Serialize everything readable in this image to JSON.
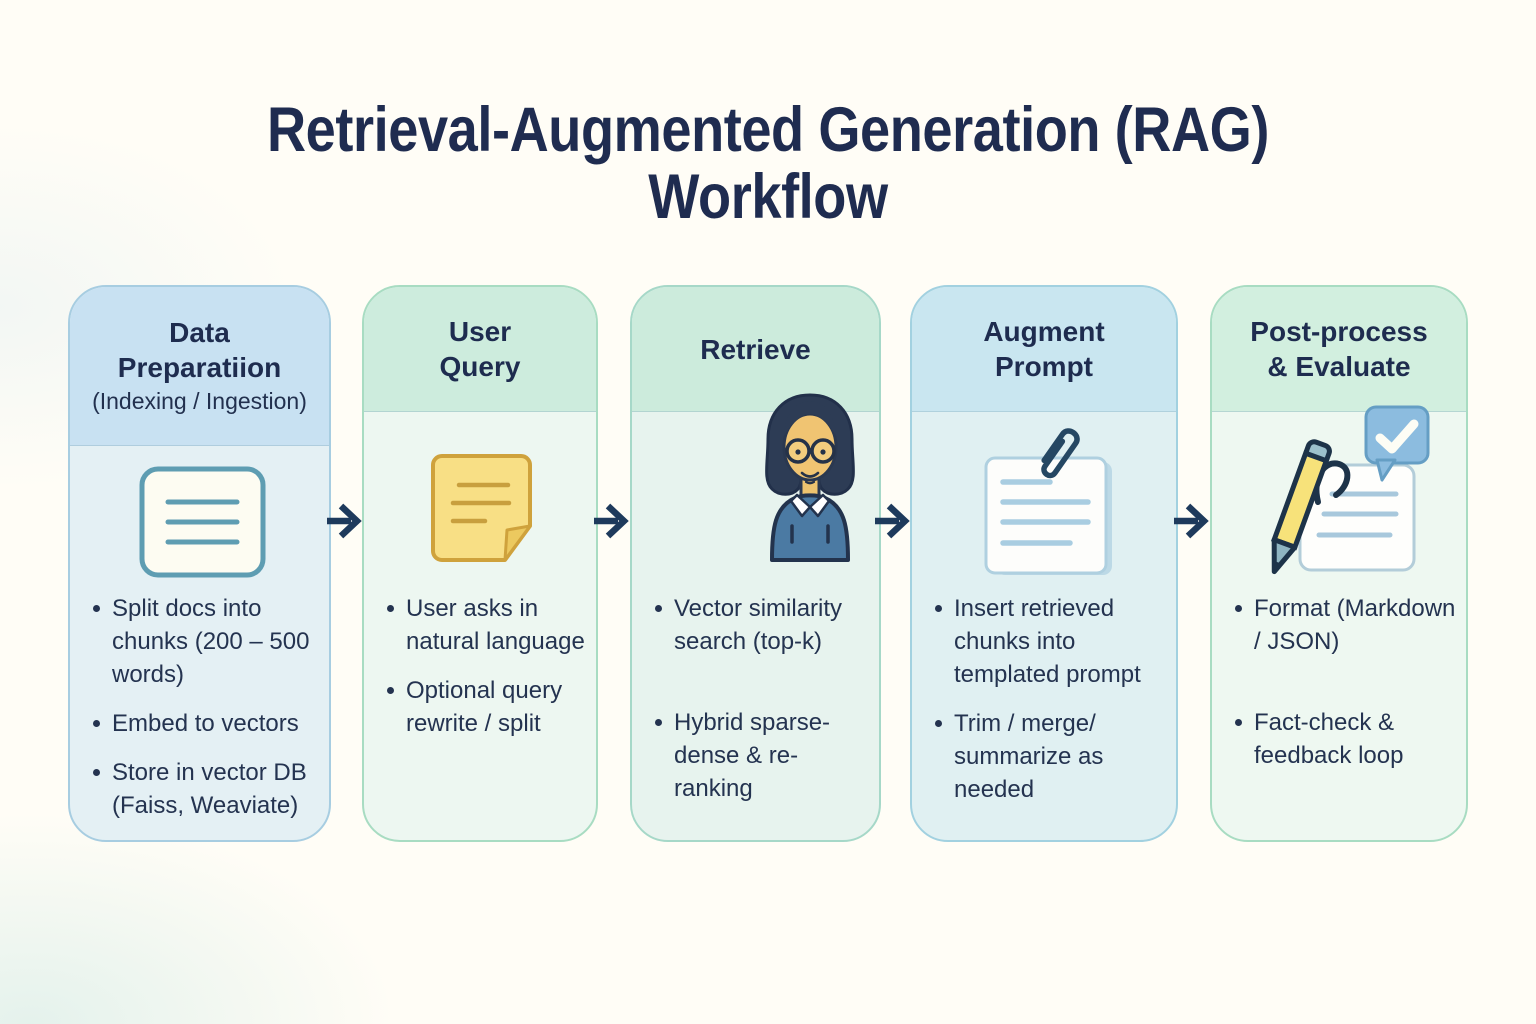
{
  "page": {
    "background": "#fffdf6"
  },
  "title": {
    "line1": "Retrieval-Augmented Generation (RAG)",
    "line2": "Workflow",
    "color": "#1f2c50"
  },
  "arrow_color": "#1e3a5c",
  "cards": [
    {
      "name": "data-preparation",
      "title_line1": "Data",
      "title_line2": "Preparatiion",
      "subtitle": "(Indexing / Ingestion)",
      "icon": "document-icon",
      "bullets": [
        "Split docs into chunks (200 – 500 words)",
        "Embed to vectors",
        "Store in vector DB (Faiss, Weaviate)"
      ],
      "colors": {
        "header_bg": "#c8e1f2",
        "body_bg": "#e4f0f4",
        "border": "#a7cde1"
      }
    },
    {
      "name": "user-query",
      "title_line1": "User",
      "title_line2": "Query",
      "subtitle": "",
      "icon": "sticky-note-icon",
      "bullets": [
        "User asks in natural language",
        "Optional query rewrite / split"
      ],
      "colors": {
        "header_bg": "#cdecdd",
        "body_bg": "#edf7f1",
        "border": "#a8dcc2"
      }
    },
    {
      "name": "retrieve",
      "title_line1": "Retrieve",
      "title_line2": "",
      "subtitle": "",
      "icon": "user-avatar-icon",
      "bullets": [
        "Vector similarity search (top-k)",
        "Hybrid sparse-dense & re-ranking"
      ],
      "colors": {
        "header_bg": "#ccebdc",
        "body_bg": "#e7f3ee",
        "border": "#a6d8c8"
      }
    },
    {
      "name": "augment-prompt",
      "title_line1": "Augment",
      "title_line2": "Prompt",
      "subtitle": "",
      "icon": "paperclip-document-icon",
      "bullets": [
        "Insert retrieved chunks into templated prompt",
        "Trim / merge/ summarize as needed"
      ],
      "colors": {
        "header_bg": "#c9e6f0",
        "body_bg": "#e0f0f2",
        "border": "#a2d1e0"
      }
    },
    {
      "name": "post-process-evaluate",
      "title_line1": "Post-process",
      "title_line2": "& Evaluate",
      "subtitle": "",
      "icon": "pencil-check-icon",
      "bullets": [
        "Format (Markdown / JSON)",
        "Fact-check & feedback loop"
      ],
      "colors": {
        "header_bg": "#d2efdf",
        "body_bg": "#eef8f1",
        "border": "#a8dcc2"
      }
    }
  ]
}
